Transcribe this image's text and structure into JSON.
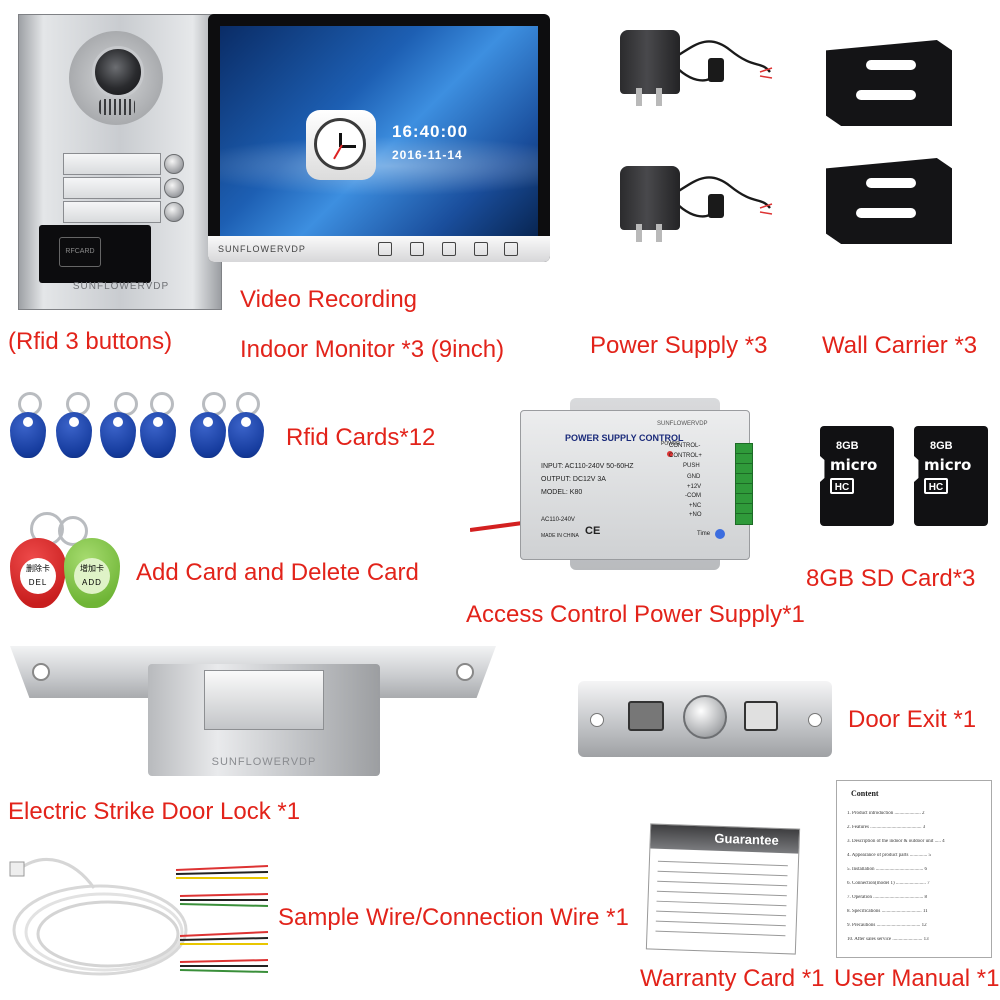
{
  "labels": {
    "station": "(Rfid 3 buttons)",
    "monitor_line1": "Video Recording",
    "monitor_line2": "Indoor Monitor *3 (9inch)",
    "power_supply": "Power Supply *3",
    "wall_carrier": "Wall Carrier *3",
    "rfid_cards": "Rfid Cards*12",
    "add_delete_card": "Add Card and Delete Card",
    "access_control_psu": "Access Control Power Supply*1",
    "sd_card": "8GB SD Card*3",
    "door_exit": "Door Exit *1",
    "strike_lock": "Electric Strike Door Lock *1",
    "sample_wire": "Sample Wire/Connection Wire *1",
    "warranty_card": "Warranty Card *1",
    "user_manual": "User Manual *1"
  },
  "station": {
    "brand": "SUNFLOWERVDP",
    "rfid_tag": "RFCARD"
  },
  "monitor": {
    "time": "16:40:00",
    "date": "2016-11-14",
    "brand": "SUNFLOWERVDP"
  },
  "fobs": {
    "delete_text": "删除卡",
    "delete_sub": "DEL",
    "add_text": "增加卡",
    "add_sub": "ADD"
  },
  "psu": {
    "brand": "SUNFLOWERVDP",
    "title": "POWER SUPPLY CONTROL",
    "power": "POWER",
    "input": "INPUT: AC110-240V  50-60HZ",
    "output": "OUTPUT: DC12V  3A",
    "model": "MODEL: K80",
    "ac": "AC110-240V",
    "ce": "CE",
    "made_in": "MADE IN CHINA",
    "time": "Time",
    "terminals": [
      "CONTROL-",
      "CONTROL+",
      "PUSH",
      "GND",
      "+12V",
      "-COM",
      "+NC",
      "+NO"
    ]
  },
  "sd_cards": [
    {
      "capacity": "8GB",
      "brand": "micro",
      "class": "HC"
    },
    {
      "capacity": "8GB",
      "brand": "micro",
      "class": "HC"
    }
  ],
  "lock": {
    "brand": "SUNFLOWERVDP"
  },
  "warranty": {
    "title": "Guarantee"
  },
  "manual": {
    "title": "Content",
    "items": [
      "1.   Product introduction ..................... 2",
      "2.   Features ......................................... 3",
      "3.   Description of the indoor & outdoor unit ..... 4",
      "4.   Appearance of product parts .............. 5",
      "5.   Installation ...................................... 6",
      "6.   Connection(model 1) ........................ 7",
      "7.   Operation ........................................ 8",
      "8.   Specifications ................................ 11",
      "9.   Precautions ................................... 12",
      "10.  After sales service ........................ 13"
    ]
  },
  "colors": {
    "label": "#e2231a",
    "fob_blue": "#1b3fa0",
    "fob_red": "#d42a2a",
    "fob_green": "#7cc242"
  }
}
